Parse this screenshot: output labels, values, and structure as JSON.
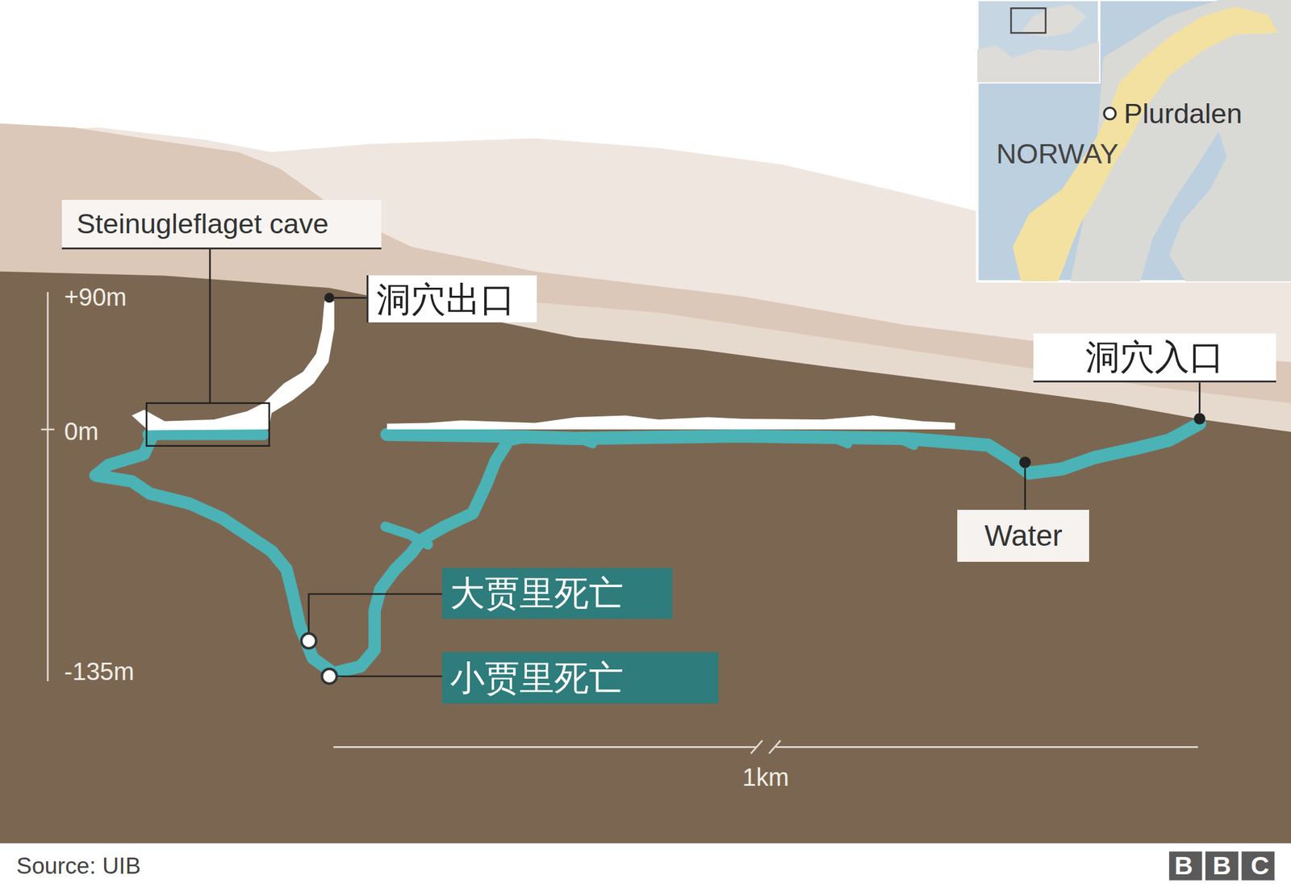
{
  "diagram": {
    "nodes": [
      {
        "text": [
          "Steinugleflaget cave"
        ]
      },
      {
        "text": [
          "洞穴出口"
        ]
      },
      {
        "text": [
          "洞穴入口"
        ]
      },
      {
        "text": [
          "Water"
        ]
      },
      {
        "text": [
          "大贾里死亡"
        ]
      },
      {
        "text": [
          "小贾里死亡"
        ]
      }
    ],
    "labels": [
      "Plurdalen",
      "NORWAY",
      "+90m",
      "0m",
      "-135m",
      "1km",
      "Source: UIB",
      "BBC"
    ]
  }
}
